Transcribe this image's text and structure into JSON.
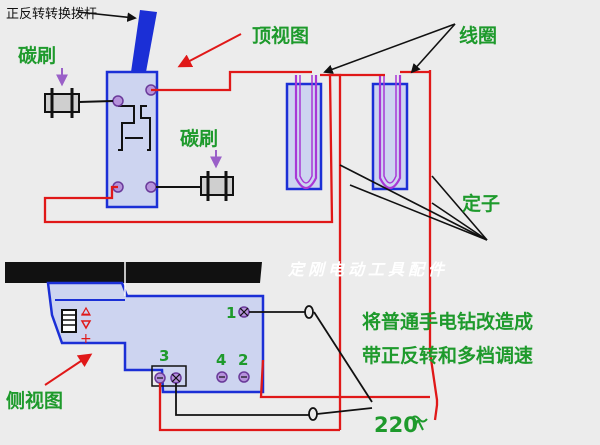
{
  "labels": {
    "lever": "正反转转换拨杆",
    "top_view": "顶视图",
    "coil": "线圈",
    "brush_left": "碳刷",
    "brush_right": "碳刷",
    "stator": "定子",
    "watermark": "定刚电动工具配件",
    "description_line1": "将普通手电钻改造成",
    "description_line2": "带正反转和多档调速",
    "side_view": "侧视图",
    "voltage": "220",
    "terminal_1": "1",
    "terminal_2": "2",
    "terminal_3": "3",
    "terminal_4": "4"
  },
  "colors": {
    "background": "#ececec",
    "outline_blue": "#1b2fd6",
    "wire_red": "#e01818",
    "coil_purple": "#a838d6",
    "label_green": "#1e9a2c",
    "terminal_purple": "#9a60c8"
  }
}
